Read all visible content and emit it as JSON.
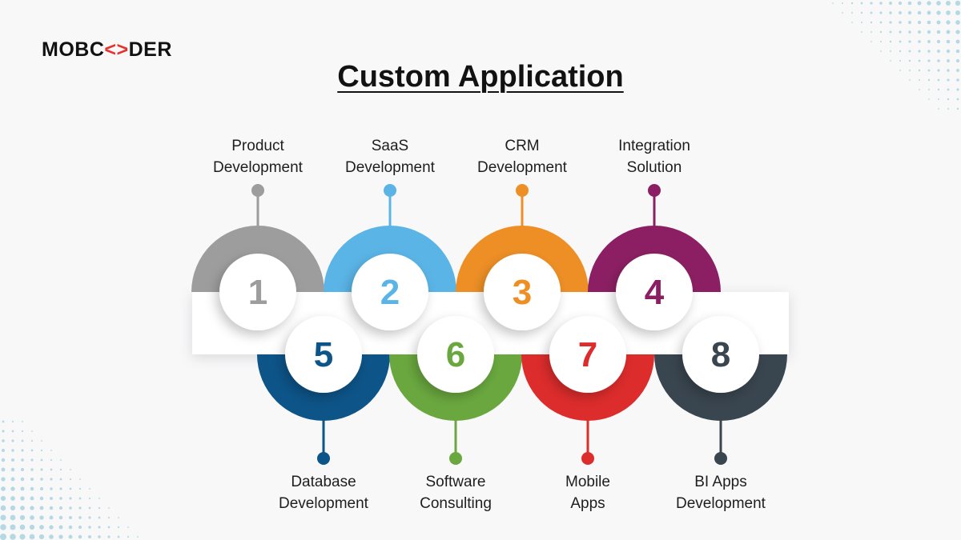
{
  "brand": {
    "logo_text_left": "MOBC",
    "logo_text_mid": "<>",
    "logo_text_right": "DER"
  },
  "title": "Custom Application",
  "colors": {
    "background": "#f8f8f9",
    "item1": "#9d9d9d",
    "item2": "#5ab4e6",
    "item3": "#ee8f26",
    "item4": "#8c1f63",
    "item5": "#0d5488",
    "item6": "#6aa83f",
    "item7": "#dd2c2c",
    "item8": "#39454f",
    "dots": "#a9d3e1"
  },
  "items": [
    {
      "number": "1",
      "line1": "Product",
      "line2": "Development",
      "color": "#9d9d9d",
      "position": "top"
    },
    {
      "number": "2",
      "line1": "SaaS",
      "line2": "Development",
      "color": "#5ab4e6",
      "position": "top"
    },
    {
      "number": "3",
      "line1": "CRM",
      "line2": "Development",
      "color": "#ee8f26",
      "position": "top"
    },
    {
      "number": "4",
      "line1": "Integration",
      "line2": "Solution",
      "color": "#8c1f63",
      "position": "top"
    },
    {
      "number": "5",
      "line1": "Database",
      "line2": "Development",
      "color": "#0d5488",
      "position": "bottom"
    },
    {
      "number": "6",
      "line1": "Software",
      "line2": "Consulting",
      "color": "#6aa83f",
      "position": "bottom"
    },
    {
      "number": "7",
      "line1": "Mobile",
      "line2": "Apps",
      "color": "#dd2c2c",
      "position": "bottom"
    },
    {
      "number": "8",
      "line1": "BI Apps",
      "line2": "Development",
      "color": "#39454f",
      "position": "bottom"
    }
  ]
}
